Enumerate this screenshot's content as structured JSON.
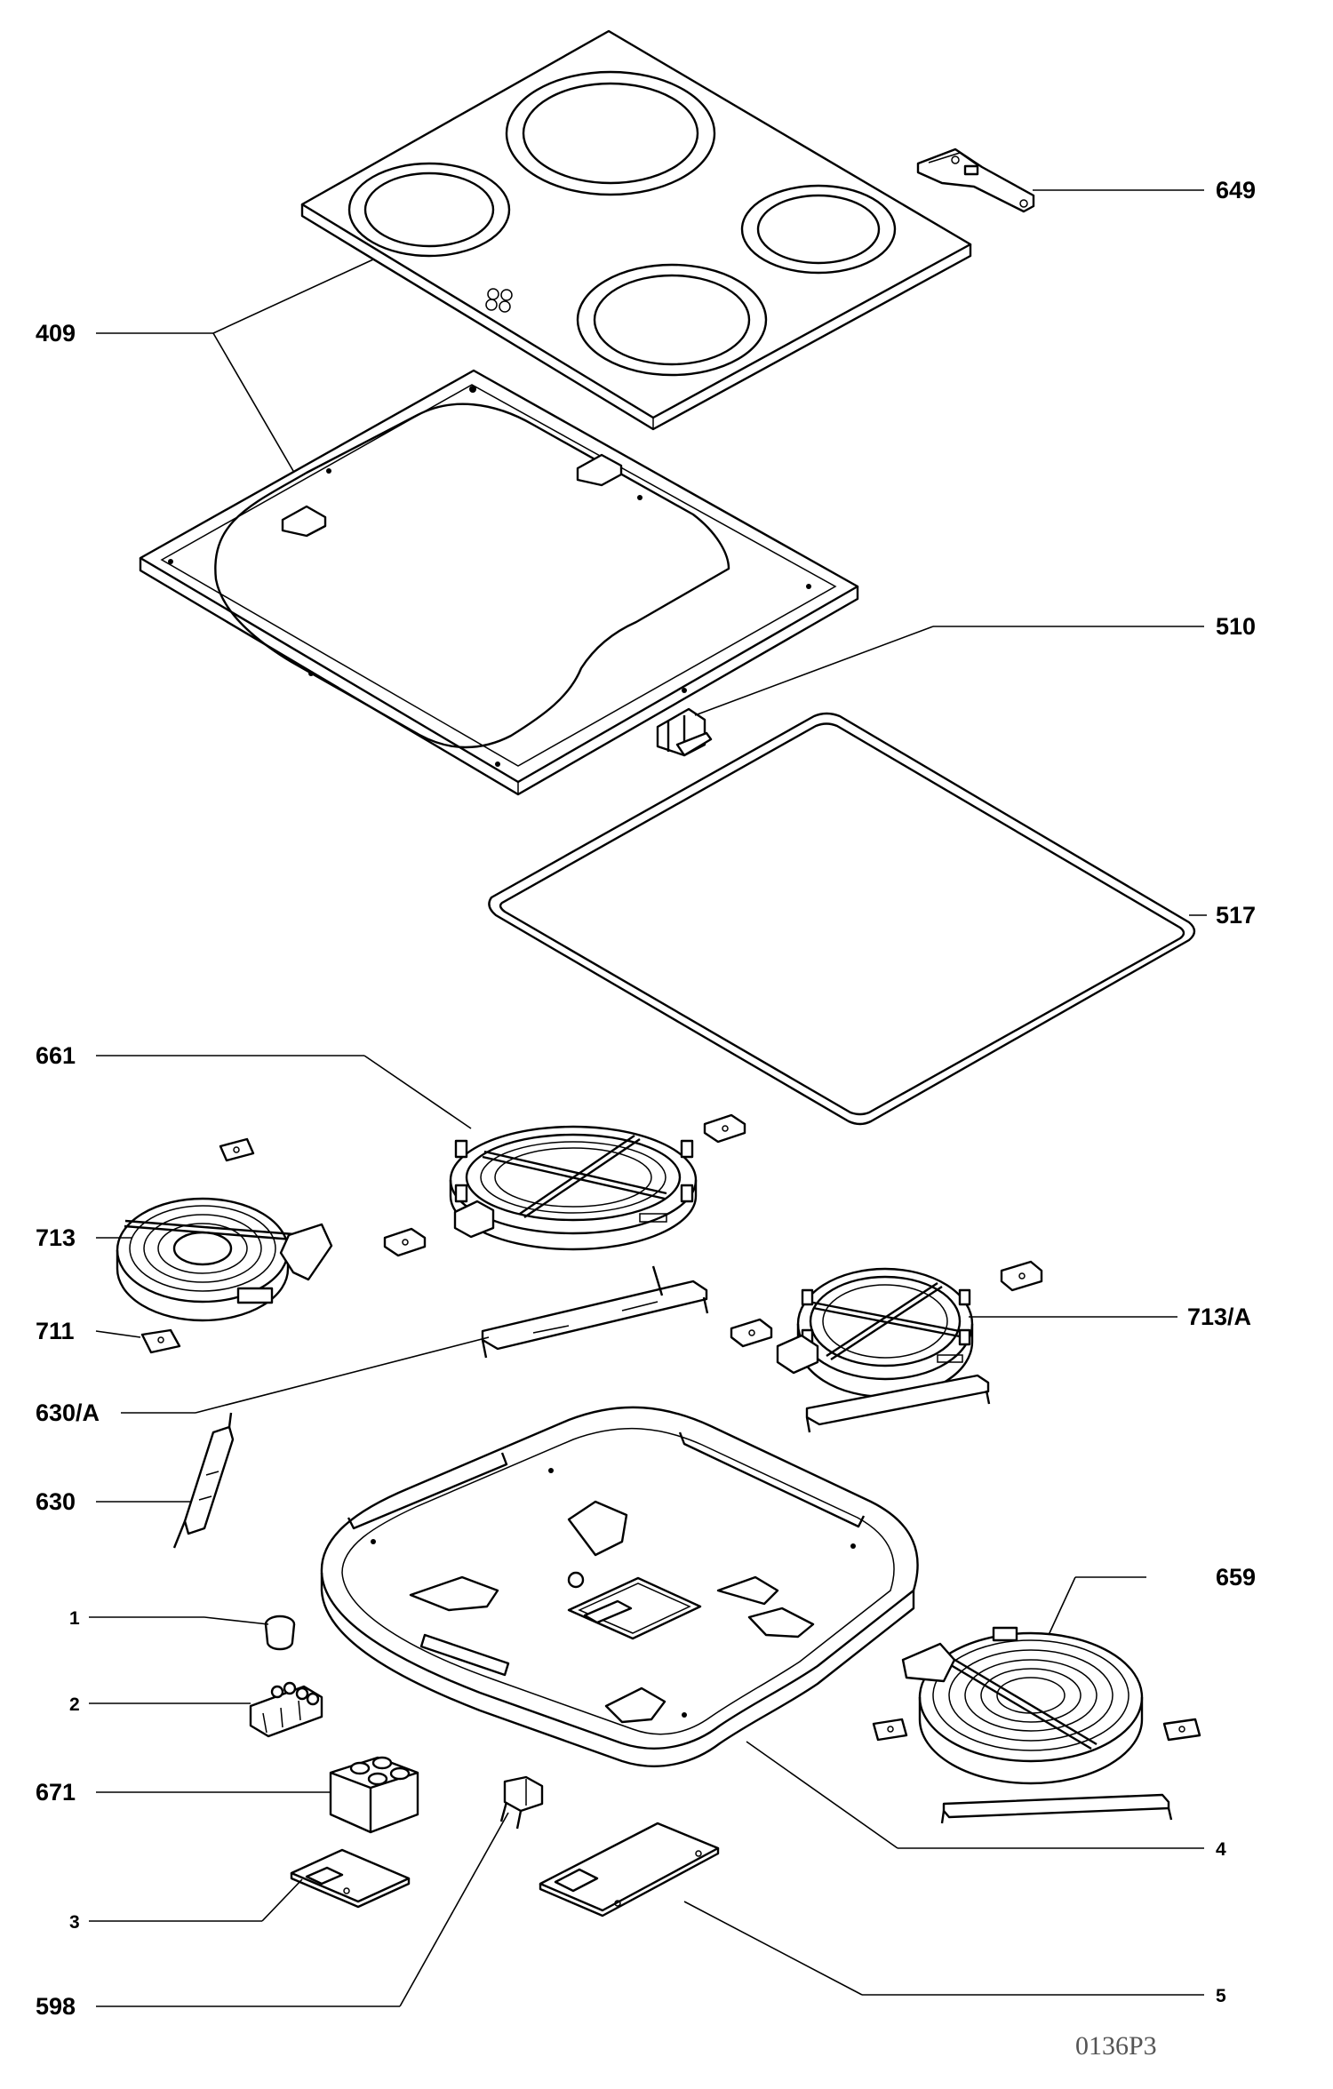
{
  "diagram": {
    "callouts": {
      "c649": "649",
      "c409": "409",
      "c510": "510",
      "c517": "517",
      "c661": "661",
      "c713": "713",
      "c711": "711",
      "c713a": "713/A",
      "c630a": "630/A",
      "c630": "630",
      "c659": "659",
      "c1": "1",
      "c2": "2",
      "c671": "671",
      "c3": "3",
      "c4": "4",
      "c598": "598",
      "c5": "5"
    },
    "drawing_code": "0136P3"
  }
}
